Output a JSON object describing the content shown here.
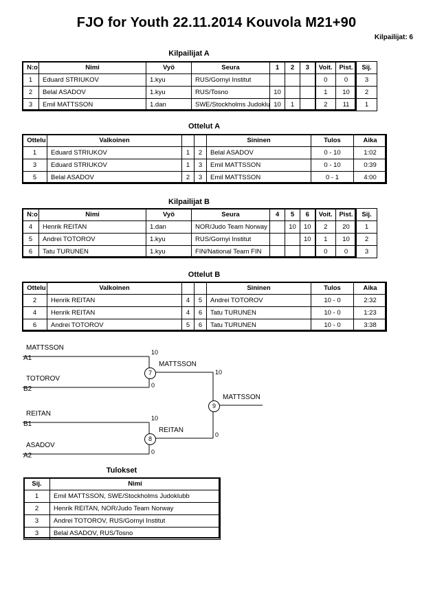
{
  "header": {
    "title": "FJO for Youth  22.11.2014  Kouvola   M21+90",
    "entrants": "Kilpailijat: 6"
  },
  "pool_a": {
    "caption": "Kilpailijat A",
    "columns": [
      "N:o",
      "Nimi",
      "Vyö",
      "Seura",
      "1",
      "2",
      "3",
      "Voit.",
      "Pist.",
      "Sij."
    ],
    "rows": [
      {
        "no": "1",
        "name": "Eduard STRIUKOV",
        "belt": "1.kyu",
        "club": "RUS/Gornyi Institut",
        "m1": "",
        "m2": "",
        "m3": "",
        "wins": "0",
        "points": "0",
        "rank": "3"
      },
      {
        "no": "2",
        "name": "Belal ASADOV",
        "belt": "1.kyu",
        "club": "RUS/Tosno",
        "m1": "10",
        "m2": "",
        "m3": "",
        "wins": "1",
        "points": "10",
        "rank": "2"
      },
      {
        "no": "3",
        "name": "Emil MATTSSON",
        "belt": "1.dan",
        "club": "SWE/Stockholms Judoklubb",
        "m1": "10",
        "m2": "1",
        "m3": "",
        "wins": "2",
        "points": "11",
        "rank": "1"
      }
    ]
  },
  "matches_a": {
    "caption": "Ottelut A",
    "columns": [
      "Ottelu",
      "Valkoinen",
      "",
      "",
      "Sininen",
      "Tulos",
      "Aika"
    ],
    "rows": [
      {
        "no": "1",
        "white": "Eduard STRIUKOV",
        "wnum": "1",
        "bnum": "2",
        "blue": "Belal ASADOV",
        "result": "0 - 10",
        "time": "1:02"
      },
      {
        "no": "3",
        "white": "Eduard STRIUKOV",
        "wnum": "1",
        "bnum": "3",
        "blue": "Emil MATTSSON",
        "result": "0 - 10",
        "time": "0:39"
      },
      {
        "no": "5",
        "white": "Belal ASADOV",
        "wnum": "2",
        "bnum": "3",
        "blue": "Emil MATTSSON",
        "result": "0 - 1",
        "time": "4:00"
      }
    ]
  },
  "pool_b": {
    "caption": "Kilpailijat B",
    "columns": [
      "N:o",
      "Nimi",
      "Vyö",
      "Seura",
      "4",
      "5",
      "6",
      "Voit.",
      "Pist.",
      "Sij."
    ],
    "rows": [
      {
        "no": "4",
        "name": "Henrik REITAN",
        "belt": "1.dan",
        "club": "NOR/Judo Team Norway",
        "m1": "",
        "m2": "10",
        "m3": "10",
        "wins": "2",
        "points": "20",
        "rank": "1"
      },
      {
        "no": "5",
        "name": "Andrei TOTOROV",
        "belt": "1.kyu",
        "club": "RUS/Gornyi Institut",
        "m1": "",
        "m2": "",
        "m3": "10",
        "wins": "1",
        "points": "10",
        "rank": "2"
      },
      {
        "no": "6",
        "name": "Tatu TURUNEN",
        "belt": "1.kyu",
        "club": "FIN/National Team FIN",
        "m1": "",
        "m2": "",
        "m3": "",
        "wins": "0",
        "points": "0",
        "rank": "3"
      }
    ]
  },
  "matches_b": {
    "caption": "Ottelut B",
    "columns": [
      "Ottelu",
      "Valkoinen",
      "",
      "",
      "Sininen",
      "Tulos",
      "Aika"
    ],
    "rows": [
      {
        "no": "2",
        "white": "Henrik REITAN",
        "wnum": "4",
        "bnum": "5",
        "blue": "Andrei TOTOROV",
        "result": "10 - 0",
        "time": "2:32"
      },
      {
        "no": "4",
        "white": "Henrik REITAN",
        "wnum": "4",
        "bnum": "6",
        "blue": "Tatu TURUNEN",
        "result": "10 - 0",
        "time": "1:23"
      },
      {
        "no": "6",
        "white": "Andrei TOTOROV",
        "wnum": "5",
        "bnum": "6",
        "blue": "Tatu TURUNEN",
        "result": "10 - 0",
        "time": "3:38"
      }
    ]
  },
  "bracket": {
    "entries": [
      {
        "name": "MATTSSON",
        "seed": "A1"
      },
      {
        "name": "TOTOROV",
        "seed": "B2"
      },
      {
        "name": "REITAN",
        "seed": "B1"
      },
      {
        "name": "ASADOV",
        "seed": "A2"
      }
    ],
    "semifinal_1": {
      "number": "7",
      "winner": "MATTSSON",
      "top_score": "10",
      "bottom_score": "0"
    },
    "semifinal_2": {
      "number": "8",
      "winner": "REITAN",
      "top_score": "10",
      "bottom_score": "0"
    },
    "final": {
      "number": "9",
      "winner": "MATTSSON",
      "top_score": "10",
      "bottom_score": "0"
    }
  },
  "results": {
    "caption": "Tulokset",
    "columns": [
      "Sij.",
      "Nimi"
    ],
    "rows": [
      {
        "rank": "1",
        "name": "Emil MATTSSON, SWE/Stockholms Judoklubb"
      },
      {
        "rank": "2",
        "name": "Henrik REITAN, NOR/Judo Team Norway"
      },
      {
        "rank": "3",
        "name": "Andrei TOTOROV, RUS/Gornyi Institut"
      },
      {
        "rank": "3",
        "name": "Belal ASADOV, RUS/Tosno"
      }
    ]
  }
}
